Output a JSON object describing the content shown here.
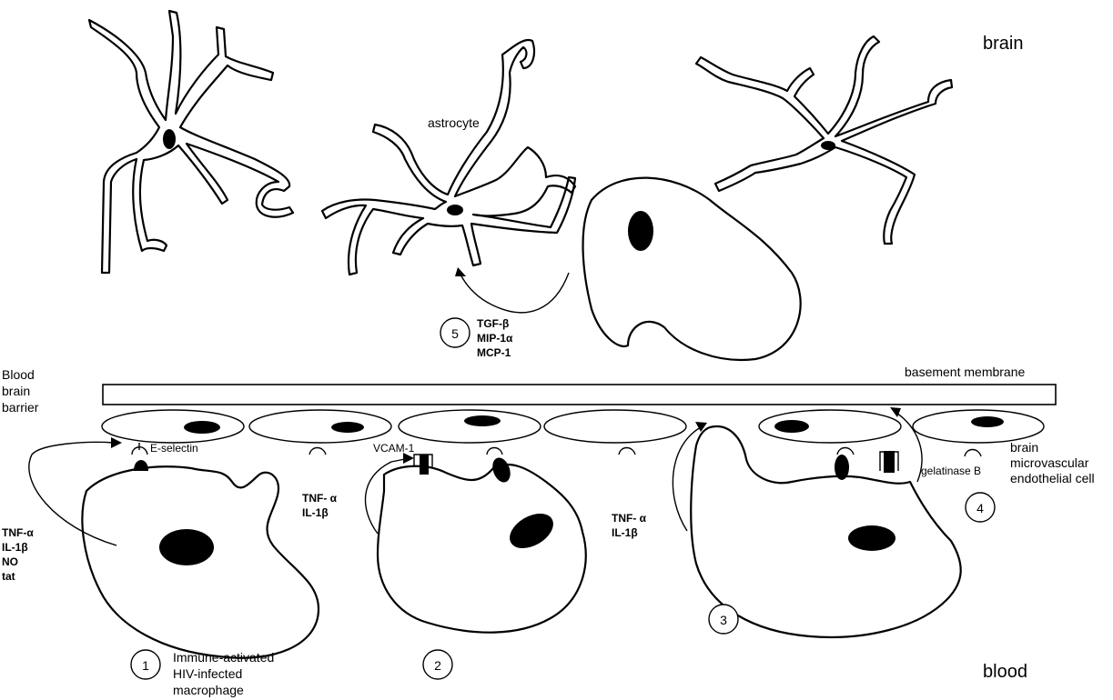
{
  "labels": {
    "brain": "brain",
    "blood": "blood",
    "astrocyte": "astrocyte",
    "bbb_line1": "Blood",
    "bbb_line2": "brain",
    "bbb_line3": "barrier",
    "basement_membrane": "basement membrane",
    "e_selectin": "E-selectin",
    "vcam": "VCAM-1",
    "gelatinase": "gelatinase B",
    "endo_line1": "brain",
    "endo_line2": "microvascular",
    "endo_line3": "endothelial cell",
    "macro_line1": "Immune-activated",
    "macro_line2": "HIV-infected",
    "macro_line3": "macrophage"
  },
  "factors": {
    "step1": [
      "TNF-α",
      "IL-1β",
      "NO",
      "tat"
    ],
    "step2": [
      "TNF- α",
      "IL-1β"
    ],
    "step3": [
      "TNF- α",
      "IL-1β"
    ],
    "step5": [
      "TGF-β",
      "MIP-1α",
      "MCP-1"
    ]
  },
  "steps": [
    "1",
    "2",
    "3",
    "4",
    "5"
  ]
}
